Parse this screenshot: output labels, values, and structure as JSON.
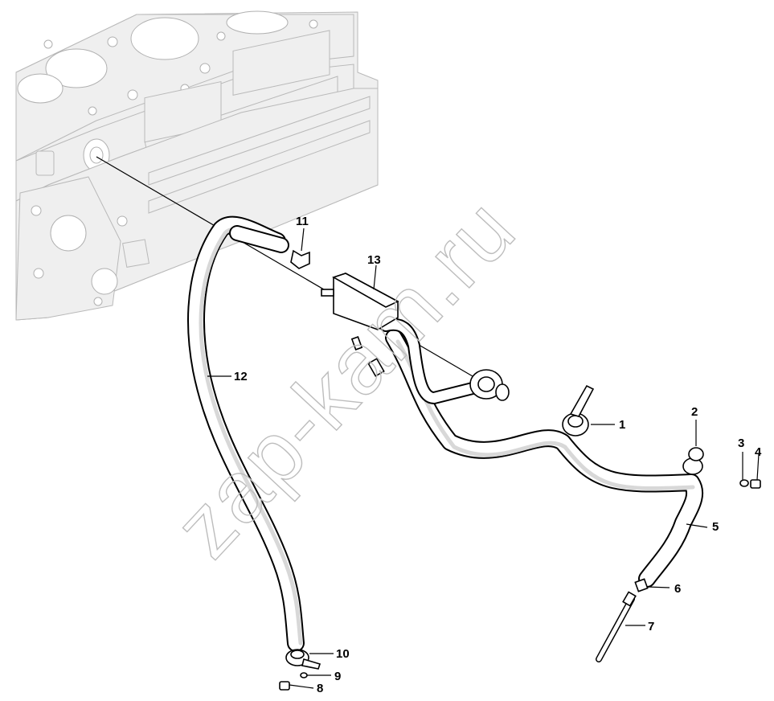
{
  "watermark": "zap-kam.ru",
  "corner_mark": "",
  "callouts": [
    {
      "id": "1",
      "label": "1"
    },
    {
      "id": "2",
      "label": "2"
    },
    {
      "id": "3",
      "label": "3"
    },
    {
      "id": "4",
      "label": "4"
    },
    {
      "id": "5",
      "label": "5"
    },
    {
      "id": "6",
      "label": "6"
    },
    {
      "id": "7",
      "label": "7"
    },
    {
      "id": "8",
      "label": "8"
    },
    {
      "id": "9",
      "label": "9"
    },
    {
      "id": "10",
      "label": "10"
    },
    {
      "id": "11",
      "label": "11"
    },
    {
      "id": "12",
      "label": "12"
    },
    {
      "id": "13",
      "label": "13"
    }
  ]
}
